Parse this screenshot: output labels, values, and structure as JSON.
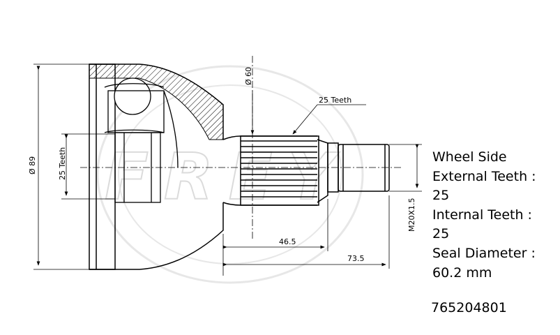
{
  "watermark": "FREY",
  "colors": {
    "line": "#000000",
    "watermark": "#d0d0d0",
    "background": "#ffffff"
  },
  "dimensions": {
    "overall_diameter": "Ø 89",
    "inner_teeth": "25 Teeth",
    "outer_diameter": "Ø 60",
    "outer_teeth": "25 Teeth",
    "thread": "M20X1.5",
    "length_short": "46.5",
    "length_long": "73.5"
  },
  "specs": {
    "side": "Wheel Side",
    "external_teeth_label": "External Teeth :",
    "external_teeth_value": "25",
    "internal_teeth_label": "Internal Teeth :",
    "internal_teeth_value": "25",
    "seal_label": "Seal Diameter :",
    "seal_value": "60.2 mm"
  },
  "part_number": "765204801"
}
